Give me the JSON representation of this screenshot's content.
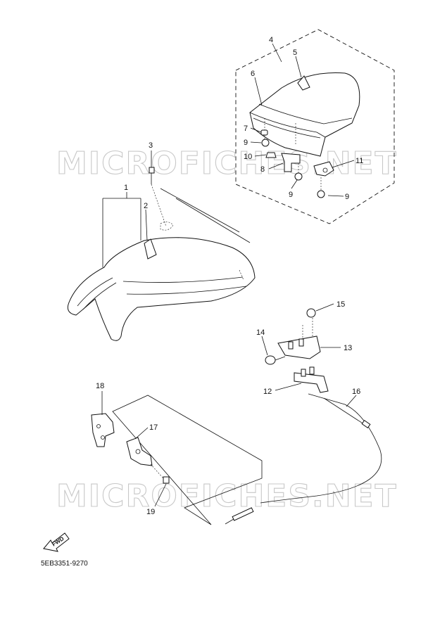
{
  "diagram": {
    "watermark_text": "MICROFICHES.NET",
    "drawing_code": "5EB3351-9270",
    "fwd_label": "FWD",
    "callouts": {
      "c1": "1",
      "c2": "2",
      "c3": "3",
      "c4": "4",
      "c5": "5",
      "c6": "6",
      "c7": "7",
      "c8": "8",
      "c9a": "9",
      "c9b": "9",
      "c9c": "9",
      "c10": "10",
      "c11": "11",
      "c12": "12",
      "c13": "13",
      "c14": "14",
      "c15": "15",
      "c16": "16",
      "c17": "17",
      "c18": "18",
      "c19": "19"
    },
    "colors": {
      "ink": "#111111",
      "watermark": "#c8c8c8",
      "background": "#ffffff"
    }
  }
}
